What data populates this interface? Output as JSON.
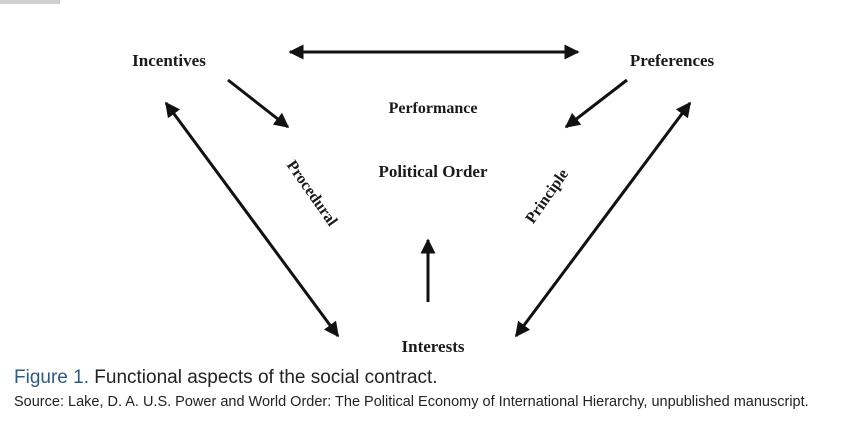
{
  "diagram": {
    "nodes": {
      "incentives": "Incentives",
      "preferences": "Preferences",
      "interests": "Interests",
      "performance": "Performance",
      "political_order": "Political Order",
      "procedural": "Procedural",
      "principle": "Principle"
    },
    "edges": [
      {
        "from": "incentives",
        "to": "preferences",
        "direction": "both"
      },
      {
        "from": "incentives",
        "to": "interests",
        "direction": "both"
      },
      {
        "from": "preferences",
        "to": "interests",
        "direction": "both"
      },
      {
        "from": "incentives",
        "to": "political_order",
        "direction": "forward"
      },
      {
        "from": "preferences",
        "to": "political_order",
        "direction": "forward"
      },
      {
        "from": "interests",
        "to": "political_order",
        "direction": "forward"
      }
    ]
  },
  "caption": {
    "figure_number": "Figure 1.",
    "title": "Functional aspects of the social contract.",
    "source": "Source: Lake, D. A. U.S. Power and World Order: The Political Economy of International Hierarchy, unpublished manuscript."
  }
}
